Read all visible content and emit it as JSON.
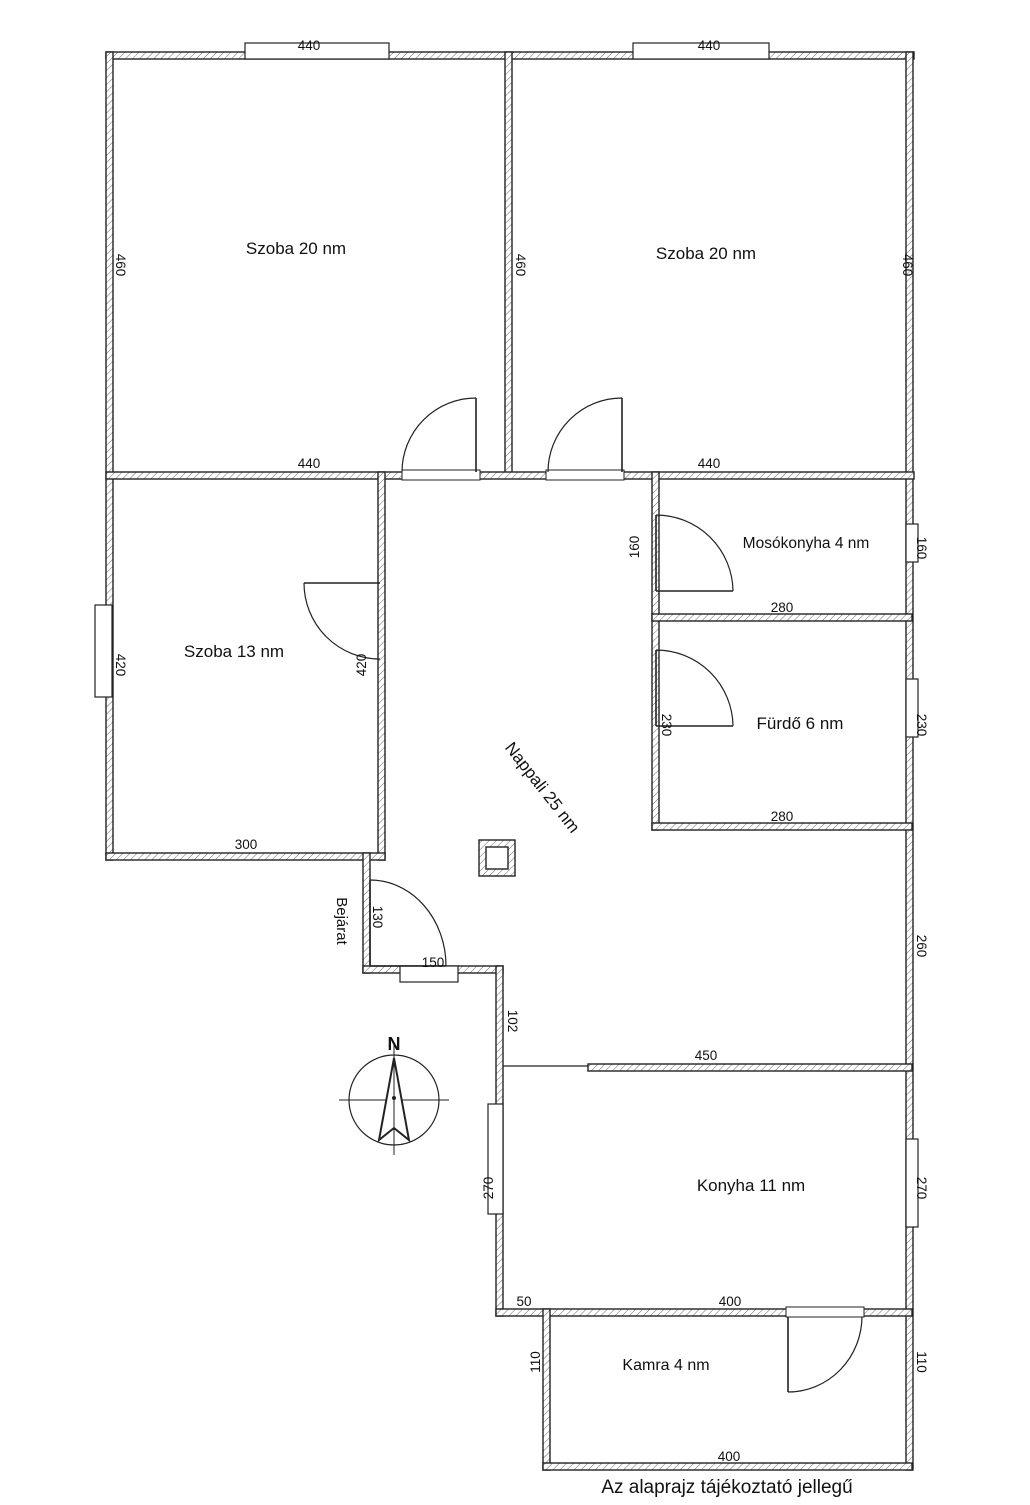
{
  "rooms": {
    "szoba1": "Szoba  20 nm",
    "szoba2": "Szoba 20 nm",
    "szoba3": "Szoba 13 nm",
    "nappali": "Nappali 25 nm",
    "mosokonyha": "Mosókonyha 4 nm",
    "furdo": "Fürdő 6 nm",
    "konyha": "Konyha 11 nm",
    "kamra": "Kamra 4 nm",
    "bejarat": "Bejárat"
  },
  "dims": {
    "top_left": "440",
    "top_right": "440",
    "szoba1_left": "460",
    "szoba1_right": "460",
    "szoba2_right": "460",
    "szoba1_bottom": "440",
    "szoba2_bottom": "440",
    "mos_left": "160",
    "mos_right": "160",
    "mos_bottom": "280",
    "szoba3_left": "420",
    "szoba3_right": "420",
    "furdo_left": "230",
    "furdo_right": "230",
    "furdo_bottom": "280",
    "szoba3_bottom": "300",
    "entry_side": "130",
    "entry_bottom": "150",
    "right_mid": "260",
    "step": "102",
    "konyha_top": "450",
    "konyha_left": "270",
    "konyha_right": "270",
    "konyha_bottom_small": "50",
    "konyha_bottom": "400",
    "kamra_left": "110",
    "kamra_right": "110",
    "kamra_bottom": "400"
  },
  "compass": {
    "north": "N"
  },
  "note": "Az alaprajz tájékoztató jellegű"
}
